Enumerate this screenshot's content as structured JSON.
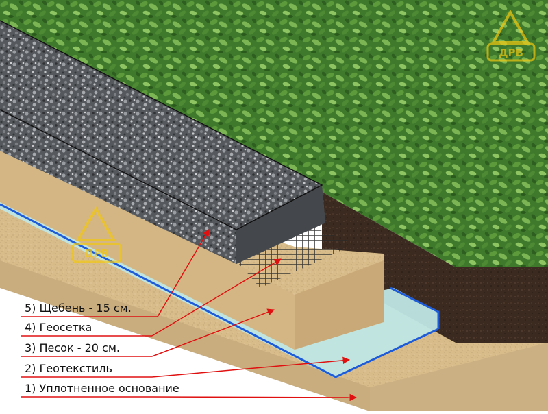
{
  "legend": {
    "items": [
      {
        "id": "gravel",
        "label": "5) Щебень - 15 см."
      },
      {
        "id": "geogrid",
        "label": "4) Геосетка"
      },
      {
        "id": "sand",
        "label": "3) Песок - 20 см."
      },
      {
        "id": "geotextile",
        "label": "2) Геотекстиль"
      },
      {
        "id": "base",
        "label": "1) Уплотненное основание"
      }
    ]
  },
  "watermark": {
    "text": "ДРВ"
  },
  "colors": {
    "grass": "#3f7a2c",
    "grass_light": "#6ea84a",
    "soil": "#3b2a20",
    "base_sand": "#d7bd8a",
    "sand": "#d9be8c",
    "geotextile": "#bfe6e4",
    "geotextile_edge": "#1e5bd8",
    "gravel": "#5b5d61",
    "gravel_light": "#8b8e93",
    "grid": "#2a2a2a",
    "leader": "#e01010",
    "watermark": "#f2c811"
  }
}
